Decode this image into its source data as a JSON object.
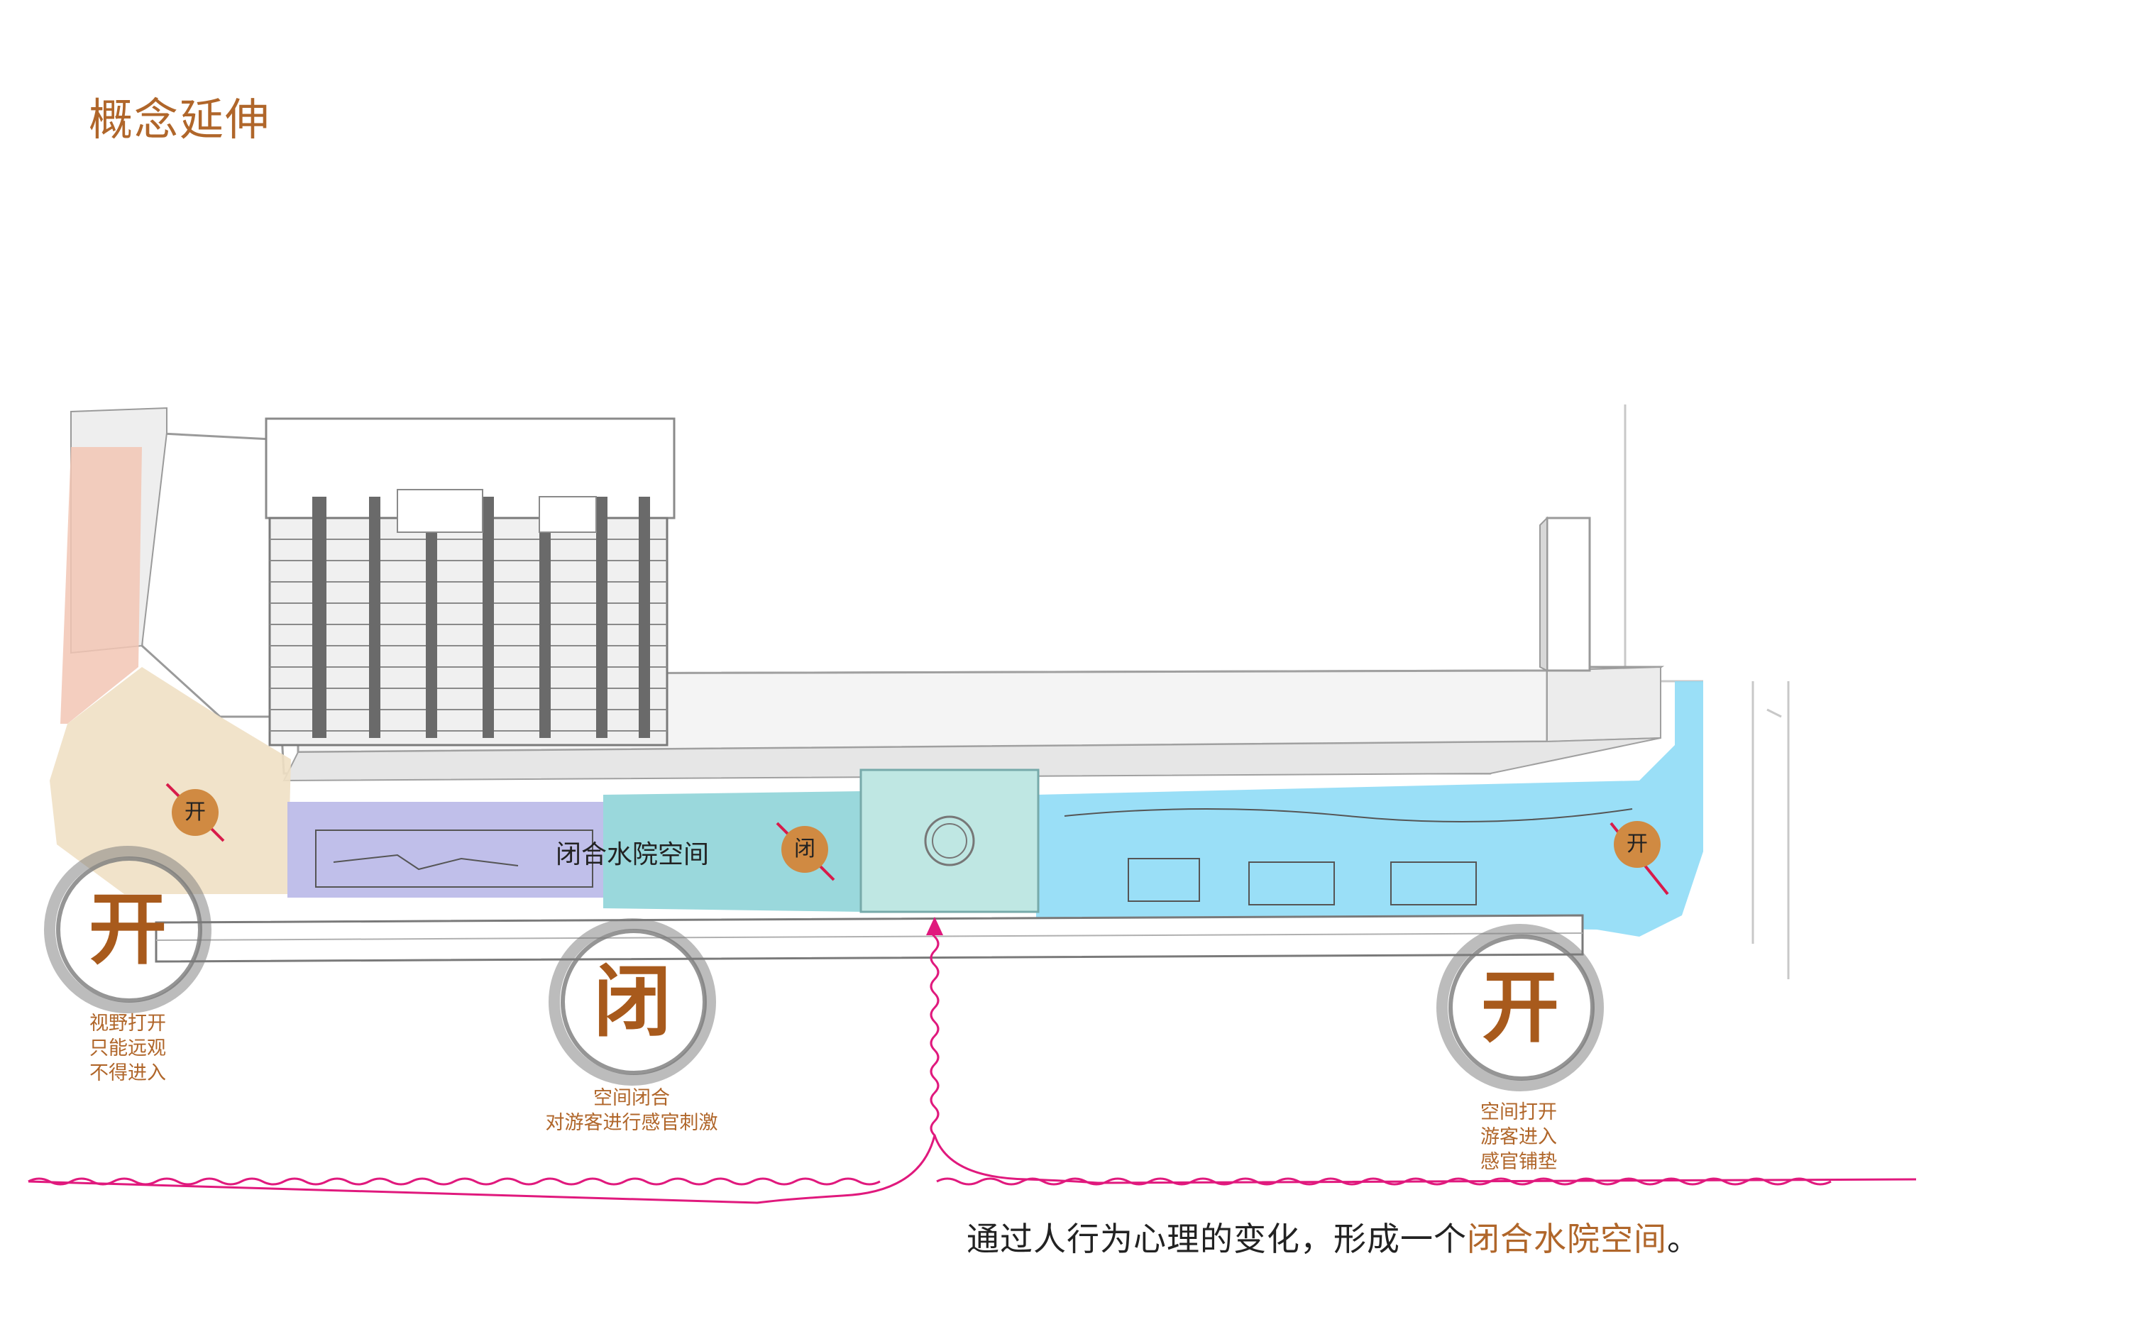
{
  "title": "概念延伸",
  "zones": {
    "courtyard_label": "闭合水院空间",
    "markers": [
      "开",
      "闭",
      "开"
    ]
  },
  "seals": [
    {
      "char": "开",
      "caption": "视野打开\n只能远观\n不得进入"
    },
    {
      "char": "闭",
      "caption": "空间闭合\n对游客进行感官刺激"
    },
    {
      "char": "开",
      "caption": "空间打开\n游客进入\n感官铺垫"
    }
  ],
  "summary": {
    "prefix": "通过人行为心理的变化，形成一个",
    "highlight": "闭合水院空间",
    "suffix": "。"
  },
  "colors": {
    "accent_brown": "#b0662a",
    "seal_brown": "#a85a1c",
    "zone_pink": "#f2c6b4",
    "zone_beige": "#efe0c4",
    "zone_purple": "#b9b8e8",
    "zone_teal": "#8fd4d8",
    "zone_blue": "#8fdcf6",
    "wave_magenta": "#e0197d",
    "marker_orange": "#d08a42"
  }
}
